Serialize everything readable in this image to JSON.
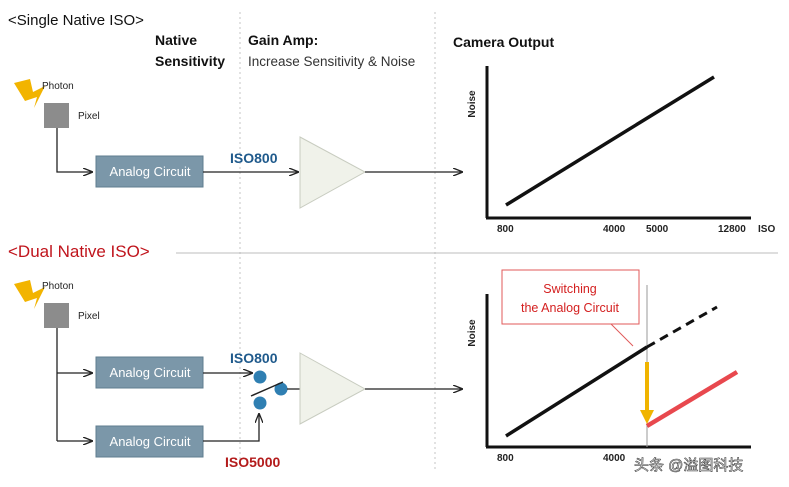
{
  "colors": {
    "box": "#7b97a9",
    "box_border": "#5f7d8f",
    "box_text": "#ffffff",
    "iso_blue": "#1f5a8c",
    "iso_red": "#b31b1b",
    "dual_title": "#c0141c",
    "callout_text": "#d42020",
    "callout_border": "#e05a5a",
    "circle": "#2f7fb2",
    "lightning": "#f2b400",
    "pixel": "#8c8c8c",
    "triangle": "#f0f2ea",
    "triangle_stroke": "#c8ccc0",
    "arrow_yellow": "#f0b400",
    "red_line": "#e8484e"
  },
  "headers": {
    "native_line1": "Native",
    "native_line2": "Sensitivity",
    "gain_line1": "Gain Amp:",
    "gain_line2": "Increase Sensitivity & Noise",
    "output": "Camera Output"
  },
  "single": {
    "title": "<Single Native ISO>",
    "photon": "Photon",
    "pixel": "Pixel",
    "circuit": "Analog Circuit",
    "iso": "ISO800"
  },
  "dual": {
    "title": "<Dual Native ISO>",
    "photon": "Photon",
    "pixel": "Pixel",
    "circuit_top": "Analog Circuit",
    "circuit_bottom": "Analog Circuit",
    "iso_top": "ISO800",
    "iso_bottom": "ISO5000",
    "callout_line1": "Switching",
    "callout_line2": "the Analog Circuit"
  },
  "charts": {
    "top": {
      "y_label": "Noise",
      "x_label": "ISO",
      "ticks": [
        "800",
        "4000",
        "5000",
        "12800"
      ]
    },
    "bottom": {
      "y_label": "Noise",
      "ticks": [
        "800",
        "4000"
      ]
    }
  },
  "watermark": {
    "text": "头条 @溢图科技"
  }
}
